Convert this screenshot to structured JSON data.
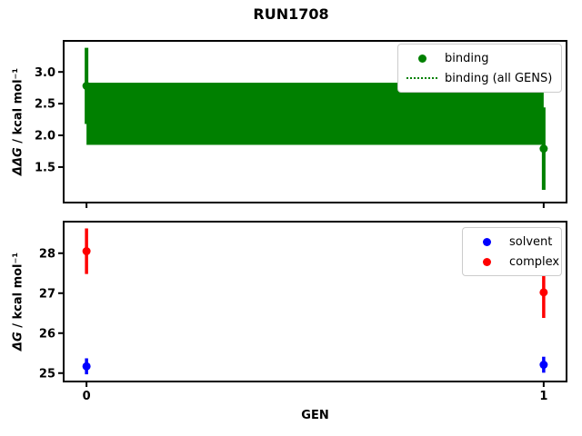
{
  "suptitle": "RUN1708",
  "colors": {
    "binding": "#008000",
    "solvent": "#0000ff",
    "complex": "#ff0000",
    "spine": "#000000",
    "background": "#ffffff",
    "legend_border": "#cccccc"
  },
  "chart_data": [
    {
      "type": "scatter",
      "ylabel_symbol": "ΔΔG",
      "ylabel_rest": " / kcal mol⁻¹",
      "xlim": [
        -0.05,
        1.05
      ],
      "ylim": [
        0.94,
        3.49
      ],
      "yticks": [
        1.5,
        2.0,
        2.5,
        3.0
      ],
      "yticklabels": [
        "1.5",
        "2.0",
        "2.5",
        "3.0"
      ],
      "xticks": [
        0,
        1
      ],
      "xticklabels": [
        "",
        ""
      ],
      "grid": false,
      "series": [
        {
          "name": "binding (all GENS)",
          "plot_type": "band",
          "color": "#008000",
          "x": [
            0,
            1
          ],
          "y_low": 1.85,
          "y_high": 2.83,
          "y_mid": 2.34,
          "line_style": "dotted"
        },
        {
          "name": "binding",
          "plot_type": "errorbar",
          "color": "#008000",
          "x": [
            0,
            1
          ],
          "y": [
            2.78,
            1.79
          ],
          "yerr": [
            0.6,
            0.65
          ],
          "elinewidth": 4
        }
      ],
      "legend": {
        "position": "upper right",
        "entries": [
          {
            "label": "binding",
            "marker": "dot",
            "color": "#008000"
          },
          {
            "label": "binding (all GENS)",
            "marker": "dotted-line",
            "color": "#008000"
          }
        ]
      }
    },
    {
      "type": "scatter",
      "ylabel_symbol": "ΔG",
      "ylabel_rest": " / kcal mol⁻¹",
      "xlabel": "GEN",
      "xlim": [
        -0.05,
        1.05
      ],
      "ylim": [
        24.79,
        28.79
      ],
      "yticks": [
        25,
        26,
        27,
        28
      ],
      "yticklabels": [
        "25",
        "26",
        "27",
        "28"
      ],
      "xticks": [
        0,
        1
      ],
      "xticklabels": [
        "0",
        "1"
      ],
      "grid": false,
      "series": [
        {
          "name": "solvent",
          "plot_type": "errorbar",
          "color": "#0000ff",
          "x": [
            0,
            1
          ],
          "y": [
            25.17,
            25.21
          ],
          "yerr": [
            0.2,
            0.2
          ],
          "elinewidth": 3.5
        },
        {
          "name": "complex",
          "plot_type": "errorbar",
          "color": "#ff0000",
          "x": [
            0,
            1
          ],
          "y": [
            28.05,
            27.02
          ],
          "yerr": [
            0.57,
            0.64
          ],
          "elinewidth": 3.5
        }
      ],
      "legend": {
        "position": "upper right",
        "entries": [
          {
            "label": "solvent",
            "marker": "dot",
            "color": "#0000ff"
          },
          {
            "label": "complex",
            "marker": "dot",
            "color": "#ff0000"
          }
        ]
      }
    }
  ]
}
